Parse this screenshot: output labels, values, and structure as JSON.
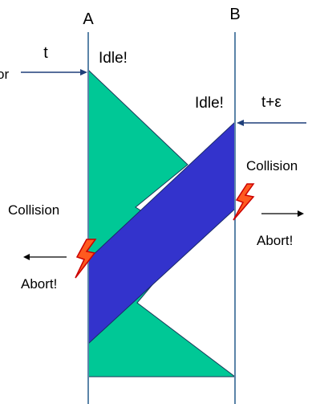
{
  "diagram": {
    "stations": {
      "a": "A",
      "b": "B"
    },
    "senses": {
      "a_partial": "or",
      "a_time": "t",
      "b_time": "t+ε"
    },
    "idle": {
      "a": "Idle!",
      "b": "Idle!"
    },
    "collision": {
      "a": "Collision",
      "b": "Collision"
    },
    "abort": {
      "a": "Abort!",
      "b": "Abort!"
    },
    "colors": {
      "signal_a": "#00c896",
      "signal_b": "#3333cc",
      "station_line": "#5b84a8",
      "arrow": "#1f3f7a",
      "lightning_fill": "#ff5a1f",
      "lightning_stroke": "#cc0000"
    }
  }
}
